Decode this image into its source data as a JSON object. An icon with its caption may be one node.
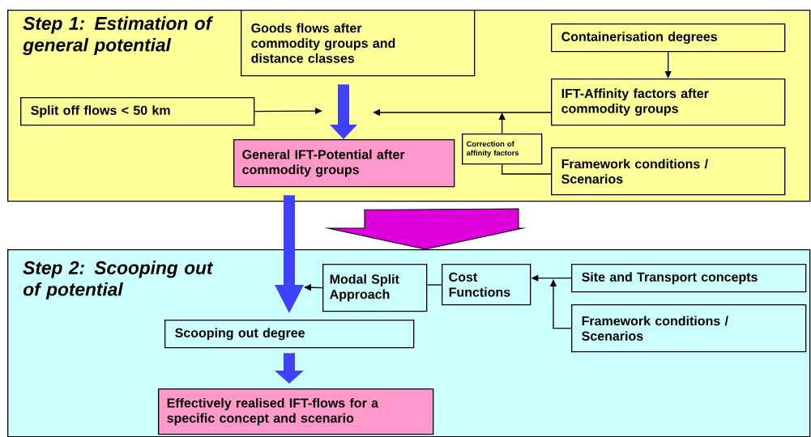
{
  "diagram": {
    "nodes": [
      {
        "text": [
          "Step 1: Estimation of general potential"
        ]
      },
      {
        "text": [
          "Goods flows after commodity groups and distance classes"
        ],
        "in": 0
      },
      {
        "text": [
          "Containerisation degrees"
        ],
        "in": 0
      },
      {
        "text": [
          "Split off flows < 50 km"
        ],
        "in": 0
      },
      {
        "text": [
          "IFT-Affinity factors after commodity groups"
        ],
        "in": 0
      },
      {
        "text": [
          "General IFT-Potential after commodity groups"
        ],
        "in": 0
      },
      {
        "text": [
          "Correction of affinity factors"
        ],
        "in": 0
      },
      {
        "text": [
          "Framework conditions / Scenarios"
        ],
        "in": 0
      },
      {
        "text": [
          "Step 2: Scooping out of potential"
        ]
      },
      {
        "text": [
          "Modal Split Approach"
        ],
        "in": 8
      },
      {
        "text": [
          "Cost Functions"
        ],
        "in": 8
      },
      {
        "text": [
          "Site and Transport concepts"
        ],
        "in": 8
      },
      {
        "text": [
          "Framework conditions / Scenarios"
        ],
        "in": 8
      },
      {
        "text": [
          "Scooping out degree"
        ],
        "in": 8
      },
      {
        "text": [
          "Effectively realised IFT-flows for a specific concept and scenario"
        ],
        "in": 8
      }
    ],
    "edges": [
      {
        "from": 1,
        "to": 5,
        "arrow": "to",
        "style": "thick",
        "color": "#4040ff"
      },
      {
        "from": 3,
        "to": null,
        "arrow": "to"
      },
      {
        "from": 4,
        "to": null,
        "arrow": "to"
      },
      {
        "from": 2,
        "to": 4,
        "arrow": "to"
      },
      {
        "from": 7,
        "to": 6,
        "arrow": "none"
      },
      {
        "from": 6,
        "to": null,
        "arrow": "to"
      },
      {
        "from": 5,
        "to": 13,
        "arrow": "to",
        "style": "thick",
        "color": "#4040ff"
      },
      {
        "from": 0,
        "to": 8,
        "arrow": "to",
        "style": "thick",
        "color": "#dd00dd"
      },
      {
        "from": 9,
        "to": null,
        "arrow": "to"
      },
      {
        "from": 9,
        "to": 10,
        "arrow": "none"
      },
      {
        "from": 11,
        "to": 10,
        "arrow": "to"
      },
      {
        "from": 12,
        "to": null,
        "arrow": "to"
      },
      {
        "from": 13,
        "to": 14,
        "arrow": "to",
        "style": "thick",
        "color": "#4040ff"
      }
    ]
  }
}
